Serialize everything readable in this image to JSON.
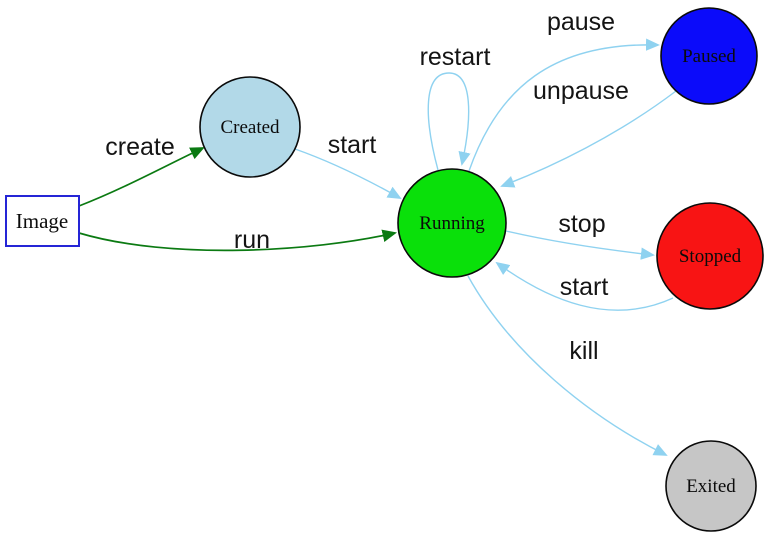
{
  "diagram": {
    "type": "state-diagram",
    "background": "#ffffff",
    "edge_color": "#8fd2f0",
    "image_edge_color": "#0b7a12",
    "nodes": {
      "image": {
        "label": "Image",
        "shape": "rectangle",
        "fill": "#ffffff",
        "border": "#2525d6"
      },
      "created": {
        "label": "Created",
        "shape": "circle",
        "fill": "#b2d9e8",
        "border": "#0a0a0a"
      },
      "running": {
        "label": "Running",
        "shape": "circle",
        "fill": "#0ae00a",
        "border": "#0a0a0a"
      },
      "paused": {
        "label": "Paused",
        "shape": "circle",
        "fill": "#0b0bfa",
        "border": "#0a0a0a"
      },
      "stopped": {
        "label": "Stopped",
        "shape": "circle",
        "fill": "#f81414",
        "border": "#0a0a0a"
      },
      "exited": {
        "label": "Exited",
        "shape": "circle",
        "fill": "#c6c6c6",
        "border": "#0a0a0a"
      }
    },
    "edges": {
      "create": {
        "label": "create",
        "from": "image",
        "to": "created",
        "color": "#0b7a12"
      },
      "run": {
        "label": "run",
        "from": "image",
        "to": "running",
        "color": "#0b7a12"
      },
      "start_created": {
        "label": "start",
        "from": "created",
        "to": "running",
        "color": "#8fd2f0"
      },
      "restart": {
        "label": "restart",
        "from": "running",
        "to": "running",
        "color": "#8fd2f0"
      },
      "pause": {
        "label": "pause",
        "from": "running",
        "to": "paused",
        "color": "#8fd2f0"
      },
      "unpause": {
        "label": "unpause",
        "from": "paused",
        "to": "running",
        "color": "#8fd2f0"
      },
      "stop": {
        "label": "stop",
        "from": "running",
        "to": "stopped",
        "color": "#8fd2f0"
      },
      "start_stopped": {
        "label": "start",
        "from": "stopped",
        "to": "running",
        "color": "#8fd2f0"
      },
      "kill": {
        "label": "kill",
        "from": "running",
        "to": "exited",
        "color": "#8fd2f0"
      }
    }
  }
}
